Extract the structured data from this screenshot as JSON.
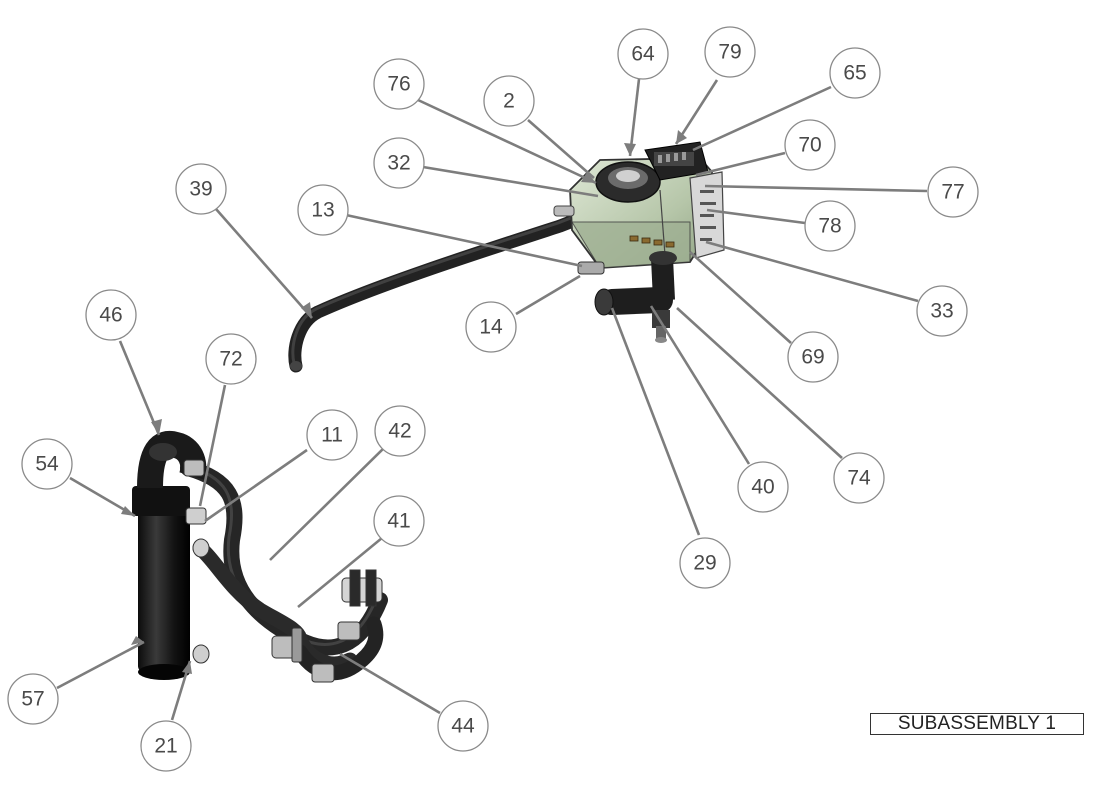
{
  "subassembly_label": "SUBASSEMBLY 1",
  "balloons": [
    "76",
    "2",
    "64",
    "79",
    "65",
    "70",
    "77",
    "78",
    "33",
    "69",
    "74",
    "40",
    "29",
    "14",
    "13",
    "32",
    "39",
    "46",
    "72",
    "11",
    "42",
    "41",
    "54",
    "57",
    "21",
    "44"
  ],
  "colors": {
    "hose": "#262626",
    "tank_fill": "#b9c8ad",
    "leader": "#7d7d7d",
    "bracket": "#cfcfcf"
  }
}
